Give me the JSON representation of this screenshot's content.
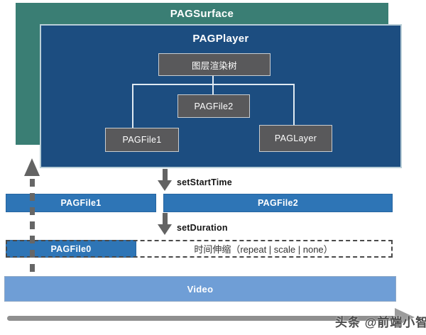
{
  "surface": {
    "label": "PAGSurface"
  },
  "player": {
    "label": "PAGPlayer"
  },
  "tree": {
    "root": "图层渲染树",
    "file1": "PAGFile1",
    "file2": "PAGFile2",
    "layer": "PAGLayer"
  },
  "actions": {
    "set_start_time": "setStartTime",
    "set_duration": "setDuration"
  },
  "bars": {
    "file1": "PAGFile1",
    "file2": "PAGFile2",
    "file0": "PAGFile0",
    "stretch": "时间伸缩（repeat | scale | none）",
    "video": "Video"
  },
  "watermark": "头条 @前端小智",
  "icons": {
    "up_arrow": "up-arrow-icon",
    "down_arrow": "down-arrow-icon",
    "right_arrow": "right-arrow-icon"
  },
  "colors": {
    "surface_green": "#3A7E74",
    "player_blue": "#1C4D80",
    "node_gray": "#59595B",
    "bar_blue": "#2E75B6",
    "video_blue": "#6F9ED6",
    "arrow_gray": "#636363",
    "timeline_gray": "#8F8F8F"
  }
}
